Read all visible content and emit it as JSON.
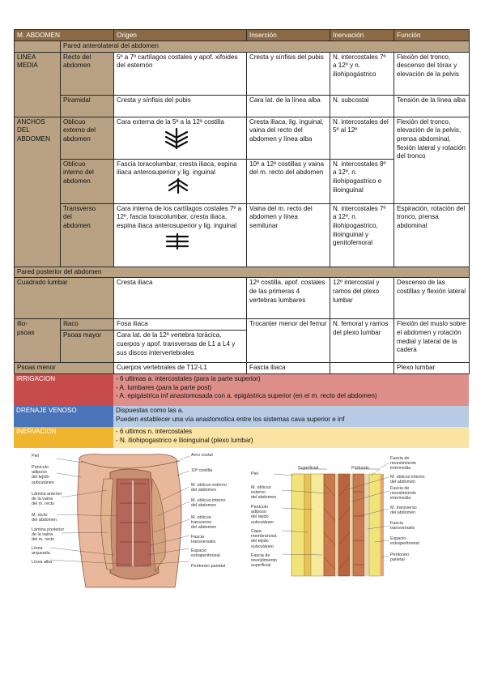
{
  "table": {
    "headers": [
      "M. ABDOMEN",
      "Origen",
      "Inserción",
      "Inervación",
      "Función"
    ],
    "section_anterolateral": "Pared anterolateral del abdomen",
    "group_linea_media": "LINEA\nMEDIA",
    "row_recto": {
      "muscle": "Recto del\nabdomen",
      "origen": "5º a 7º cartílagos costales y apof. xifoides del esternón",
      "insercion": "Cresta y sínfisis del pubis",
      "inervacion": "N. intercostales 7º a 12º y n. iliohipogástrico",
      "funcion": "Flexión del tronco, descenso del tórax y elevación de la pelvis"
    },
    "row_piramidal": {
      "muscle": "Piramidal",
      "origen": "Cresta y sínfisis del pubis",
      "insercion": "Cara lat. de la línea alba",
      "inervacion": "N. subcostal",
      "funcion": "Tensión de la línea alba"
    },
    "group_anchos": "ANCHOS\nDEL\nABDOMEN",
    "row_oblicuo_ext": {
      "muscle": "Oblicuo\nexterno del\nabdomen",
      "origen": "Cara externa de la 5ª a la 12ª costilla",
      "insercion": "Cresta iliaca, lig. inguinal, vaina del recto del abdomen y línea alba",
      "inervacion": "N. intercostales del 5º al 12º"
    },
    "row_oblicuo_int": {
      "muscle": "Oblicuo\ninterno del\nabdomen",
      "origen": "Fascia toracolumbar, cresta iliaca, espina iliaca anterosuperior y lig. inguinal",
      "insercion": "10ª a 12ª costillas y vaina del m. recto del abdomen",
      "inervacion": "N. intercostales 8º a 12º, n. iliohipogastrico e ilioinguinal"
    },
    "funcion_oblicuos": "Flexión del tronco, elevación de la pelvis, prensa abdominal, flexión lateral y rotación del tronco",
    "row_transverso": {
      "muscle": "Transverso\ndel\nabdomen",
      "origen": "Cara interna de los cartílagos costales 7º a 12º, fascia toracolumbar, cresta iliaca, espina iliaca anterosuperior y lig. inguinal",
      "insercion": "Vaina del m. recto del abdomen y línea semilunar",
      "inervacion": "N. intercostales 7º a 12º, n. iliohipogastrico, ilioinguinal y genitofemoral",
      "funcion": "Espiración, rotación del tronco, prensa abdominal"
    },
    "section_posterior": "Pared posterior del abdomen",
    "row_cuadrado": {
      "muscle": "Cuadrado lumbar",
      "origen": "Cresta iliaca",
      "insercion": "12ª costilla, apof. costales de las primeras 4 vertebras lumbares",
      "inervacion": "12º intercostal y ramos del plexo lumbar",
      "funcion": "Descenso de las costillas y flexión lateral"
    },
    "group_iliopsoas": "Ilio-\npsoas",
    "row_iliaco": {
      "muscle": "Iliaco",
      "origen": "Fosa iliaca"
    },
    "row_psoas_mayor": {
      "muscle": "Psoas mayor",
      "origen": "Cara lat. de la 12ª vertebra torácica, cuerpos y apof. transversas de L1 a L4 y sus discos intervertebrales"
    },
    "iliopsoas_insercion": "Trocanter menor del femur",
    "iliopsoas_inervacion": "N. femoral y ramos del plexo lumbar",
    "iliopsoas_funcion": "Flexión del muslo sobre el abdomen y rotación medial y lateral de la cadera",
    "row_psoas_menor": {
      "muscle": "Psoas menor",
      "origen": "Cuerpos vertebrales de T12-L1",
      "insercion": "Fascia iliaca",
      "inervacion": "",
      "funcion": "Plexo lumbar"
    }
  },
  "summary": {
    "irrigacion": {
      "label": "IRRIGACION",
      "lines": [
        "- 6 ultimas a. intercostales (para la parte superior)",
        "- A. lumbares (para la parte post)",
        "- A. epigástrica inf anastomosada con a. epigástrica superior (en el m. recto del abdomen)"
      ]
    },
    "drenaje": {
      "label": "DRENAJE VENOSO",
      "lines": [
        "Dispuestas como las a.",
        "Pueden establecer una vía anastomotica entre los sistemas cava superior e inf"
      ]
    },
    "inervacion": {
      "label": "INERVACION",
      "lines": [
        "- 6 ultimos n. intercostales",
        "- N. iliohipogastrico e ilioinguinal (plexo lumbar)"
      ]
    }
  },
  "figure_left": {
    "labels_left": [
      "Piel",
      "Panículo\nadiposo\ndel tejido\nsubcutáneo",
      "Lámina anterior\nde la vaina\ndel m. recto",
      "M. recto\ndel abdomen",
      "Lámina posterior\nde la vaina\ndel m. recto",
      "Línea\narqueada",
      "Línea alba"
    ],
    "labels_right": [
      "Arco costal",
      "10ª costilla",
      "M. oblicuo externo\ndel abdomen",
      "M. oblicuo interno\ndel abdomen",
      "M. oblicuo\ntransverso\ndel abdomen",
      "Fascia\ntransversalis",
      "Espacio\nextraperitoneal",
      "Peritoneo parietal"
    ]
  },
  "figure_right": {
    "top_superficial": "Superficial",
    "top_profundo": "Profundo",
    "labels_left": [
      "Piel",
      "M. oblicuo\nexterno\ndel abdomen",
      "Panículo\nadiposo\ndel tejido\nsubcutáneo",
      "Capa\nmembranosa\ndel tejido\nsubcutáneo",
      "Fascia de\nrevestimiento\nsuperficial"
    ],
    "labels_right": [
      "Fascia de\nrevestimiento\nintermedia",
      "M. oblicuo interno\ndel abdomen",
      "Fascia de\nrevestimiento\nintermedia",
      "M. transverso\ndel abdomen",
      "Fascia\ntransversalis",
      "Espacio\nextraperitoneal",
      "Peritoneo\nparietal"
    ]
  }
}
